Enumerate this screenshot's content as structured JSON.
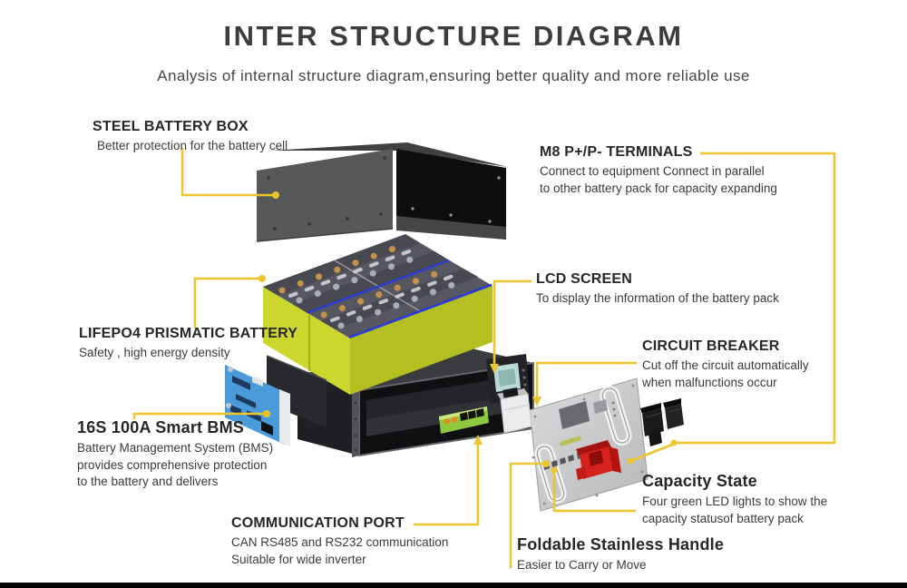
{
  "colors": {
    "accent": "#ecc52f",
    "title": "#3d3d3d",
    "bar": "#000000"
  },
  "header": {
    "title": "INTER STRUCTURE DIAGRAM",
    "subtitle": "Analysis of internal structure diagram,ensuring better quality and more reliable use"
  },
  "callouts": [
    {
      "id": "steel-battery-box",
      "title": "STEEL BATTERY BOX",
      "lines": [
        "Better protection for the battery cell"
      ]
    },
    {
      "id": "m8-terminals",
      "title": "M8 P+/P- TERMINALS",
      "lines": [
        "Connect to equipment Connect in parallel",
        "to other battery pack for capacity expanding"
      ]
    },
    {
      "id": "lcd-screen",
      "title": "LCD SCREEN",
      "lines": [
        "To display the information of the battery pack"
      ]
    },
    {
      "id": "lifepo4-battery",
      "title": "LIFEPO4 PRISMATIC BATTERY",
      "lines": [
        "Safety , high energy density"
      ]
    },
    {
      "id": "circuit-breaker",
      "title": "CIRCUIT BREAKER",
      "lines": [
        "Cut off the circuit automatically",
        "when malfunctions occur"
      ]
    },
    {
      "id": "smart-bms",
      "title": "16S 100A Smart BMS",
      "lines": [
        "Battery Management System (BMS)",
        "provides comprehensive protection",
        "to the battery and delivers"
      ]
    },
    {
      "id": "communication-port",
      "title": "COMMUNICATION PORT",
      "lines": [
        "CAN RS485 and RS232 communication",
        "Suitable for wide inverter"
      ]
    },
    {
      "id": "capacity-state",
      "title": "Capacity State",
      "lines": [
        "Four green LED lights to show the",
        "capacity statusof battery pack"
      ]
    },
    {
      "id": "foldable-handle",
      "title": "Foldable Stainless Handle",
      "lines": [
        "Easier to Carry or Move"
      ]
    }
  ],
  "diagram": {
    "parts": [
      "steel battery box cover",
      "lifepo4 prismatic battery pack",
      "rack enclosure with lcd screen",
      "smart bms board",
      "front plate",
      "communication port board",
      "circuit breaker",
      "front panel with handles and capacity leds",
      "p+ red terminal",
      "p- black terminal"
    ]
  }
}
